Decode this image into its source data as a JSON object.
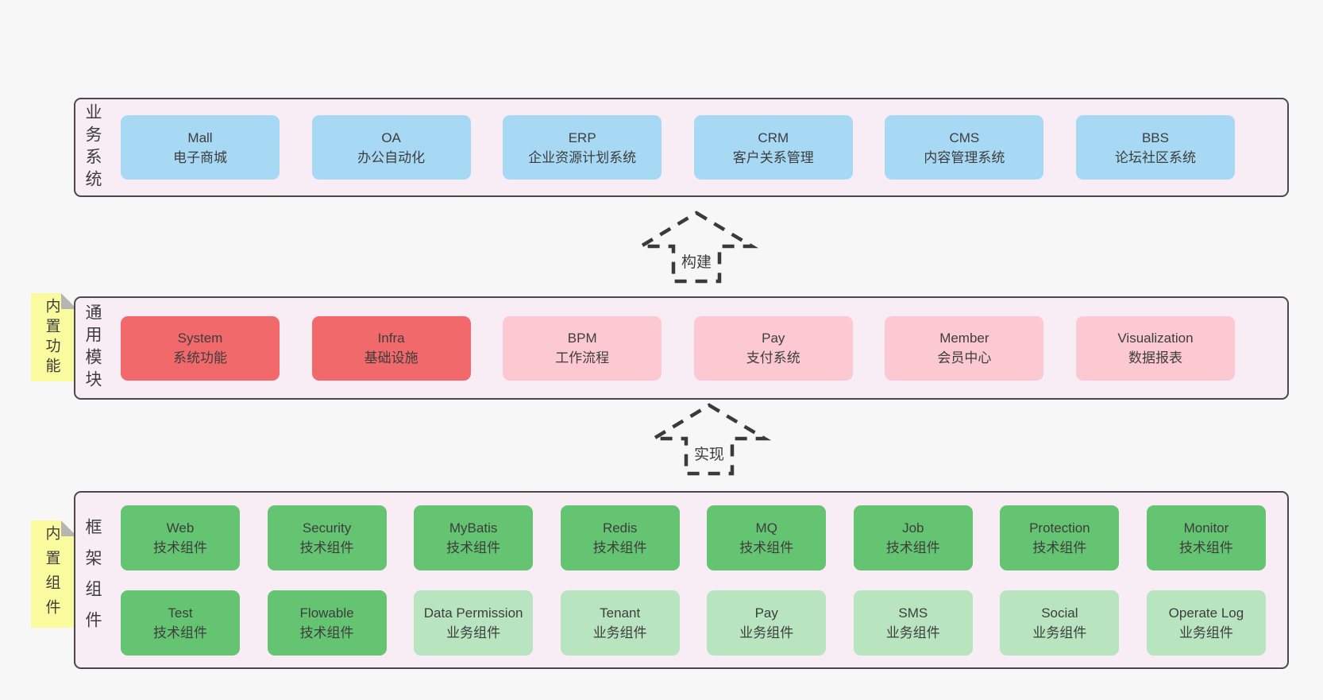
{
  "colors": {
    "page_bg": "#f7f7f7",
    "band_bg": "#f8ecf5",
    "band_border": "#4a4a4a",
    "text": "#3d3d3d",
    "blue": "#a7d9f4",
    "red": "#f2696c",
    "pink": "#fcc9d3",
    "green": "#65c472",
    "light_green": "#b8e4c0",
    "yellow": "#fafa9e",
    "fold": "#b5b5b5",
    "arrow": "#3a3a3a"
  },
  "arrows": {
    "build": "构建",
    "implement": "实现"
  },
  "bands": {
    "business": {
      "label": "业务系统",
      "boxes": [
        {
          "title": "Mall",
          "subtitle": "电子商城"
        },
        {
          "title": "OA",
          "subtitle": "办公自动化"
        },
        {
          "title": "ERP",
          "subtitle": "企业资源计划系统"
        },
        {
          "title": "CRM",
          "subtitle": "客户关系管理"
        },
        {
          "title": "CMS",
          "subtitle": "内容管理系统"
        },
        {
          "title": "BBS",
          "subtitle": "论坛社区系统"
        }
      ]
    },
    "modules": {
      "label": "通用模块",
      "tab": "内置功能",
      "boxes": [
        {
          "title": "System",
          "subtitle": "系统功能"
        },
        {
          "title": "Infra",
          "subtitle": "基础设施"
        },
        {
          "title": "BPM",
          "subtitle": "工作流程"
        },
        {
          "title": "Pay",
          "subtitle": "支付系统"
        },
        {
          "title": "Member",
          "subtitle": "会员中心"
        },
        {
          "title": "Visualization",
          "subtitle": "数据报表"
        }
      ]
    },
    "framework": {
      "label": "框架组件",
      "tab": "内置组件",
      "rows": [
        [
          {
            "title": "Web",
            "subtitle": "技术组件"
          },
          {
            "title": "Security",
            "subtitle": "技术组件"
          },
          {
            "title": "MyBatis",
            "subtitle": "技术组件"
          },
          {
            "title": "Redis",
            "subtitle": "技术组件"
          },
          {
            "title": "MQ",
            "subtitle": "技术组件"
          },
          {
            "title": "Job",
            "subtitle": "技术组件"
          },
          {
            "title": "Protection",
            "subtitle": "技术组件"
          },
          {
            "title": "Monitor",
            "subtitle": "技术组件"
          }
        ],
        [
          {
            "title": "Test",
            "subtitle": "技术组件"
          },
          {
            "title": "Flowable",
            "subtitle": "技术组件"
          },
          {
            "title": "Data Permission",
            "subtitle": "业务组件"
          },
          {
            "title": "Tenant",
            "subtitle": "业务组件"
          },
          {
            "title": "Pay",
            "subtitle": "业务组件"
          },
          {
            "title": "SMS",
            "subtitle": "业务组件"
          },
          {
            "title": "Social",
            "subtitle": "业务组件"
          },
          {
            "title": "Operate Log",
            "subtitle": "业务组件"
          }
        ]
      ]
    }
  }
}
